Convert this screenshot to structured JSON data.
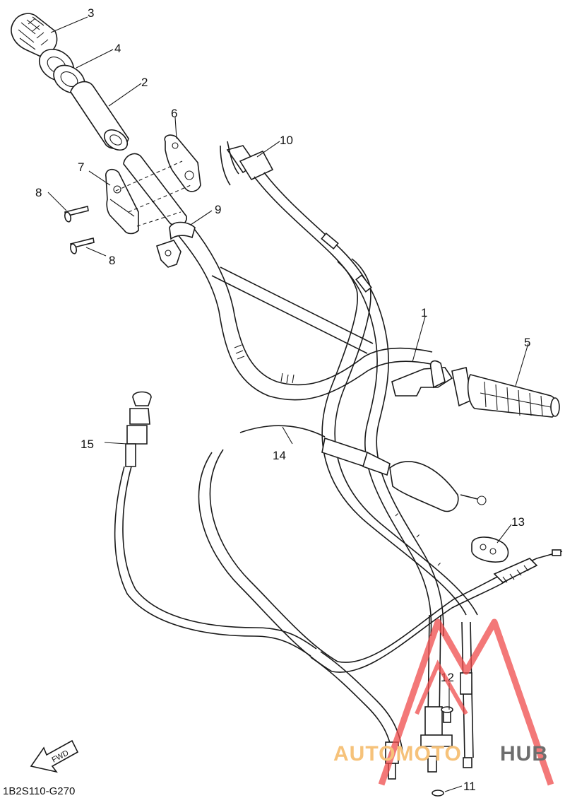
{
  "diagram": {
    "code": "1B2S110-G270",
    "fwd_label": "FWD",
    "callouts": [
      "1",
      "2",
      "3",
      "4",
      "5",
      "6",
      "7",
      "8",
      "8",
      "9",
      "10",
      "11",
      "12",
      "13",
      "14",
      "15"
    ]
  },
  "watermark": {
    "text_a": "AUTOMOTO",
    "text_b": "HUB",
    "color_a": "#f6c27a",
    "color_b": "#6e6e6e",
    "logo_color": "#ef4b4b"
  }
}
